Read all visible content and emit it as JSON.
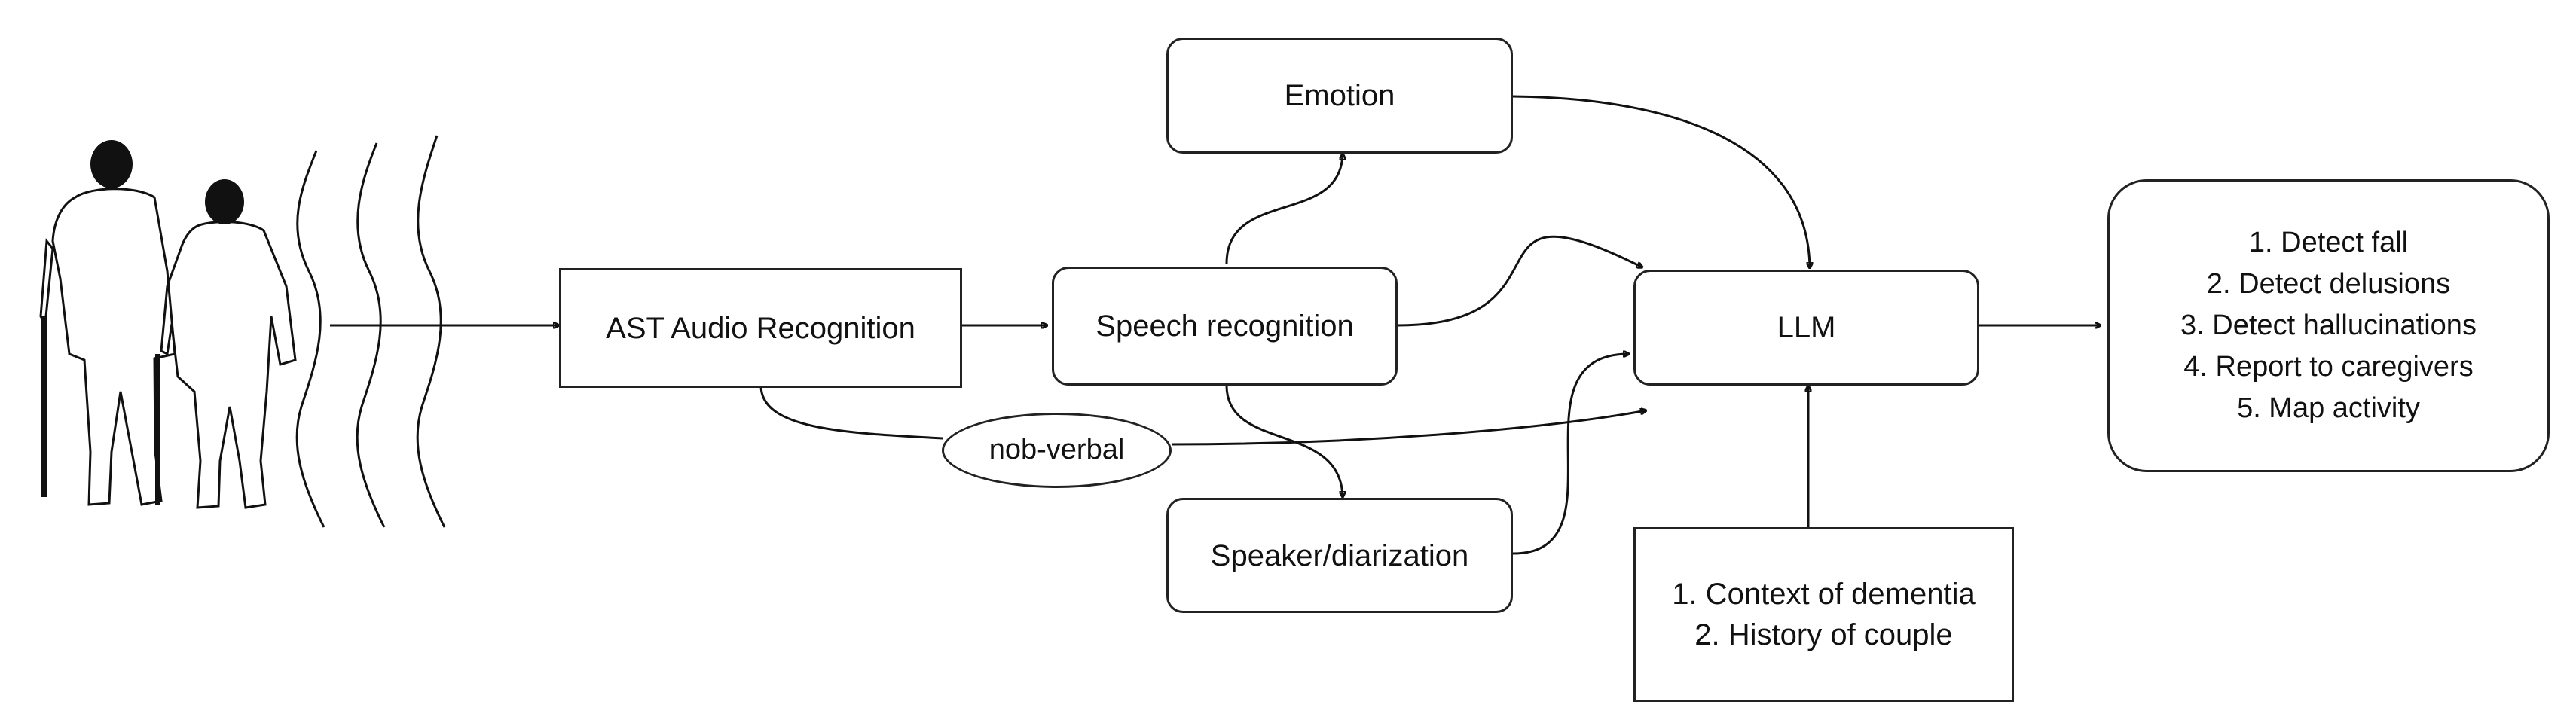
{
  "nodes": {
    "ast": "AST Audio Recognition",
    "speech": "Speech recognition",
    "emotion": "Emotion",
    "speaker": "Speaker/diarization",
    "llm": "LLM",
    "nonverbal": "nob-verbal"
  },
  "context": [
    "1. Context of dementia",
    "2. History of couple"
  ],
  "outputs": [
    "1. Detect fall",
    "2. Detect delusions",
    "3. Detect hallucinations",
    "4. Report to caregivers",
    "5. Map activity"
  ],
  "icons": {
    "people": "elderly-couple-silhouette",
    "sound": "sound-waves"
  },
  "colors": {
    "stroke": "#222222",
    "wave": "#b9b9b9",
    "silhouette": "#111111"
  }
}
